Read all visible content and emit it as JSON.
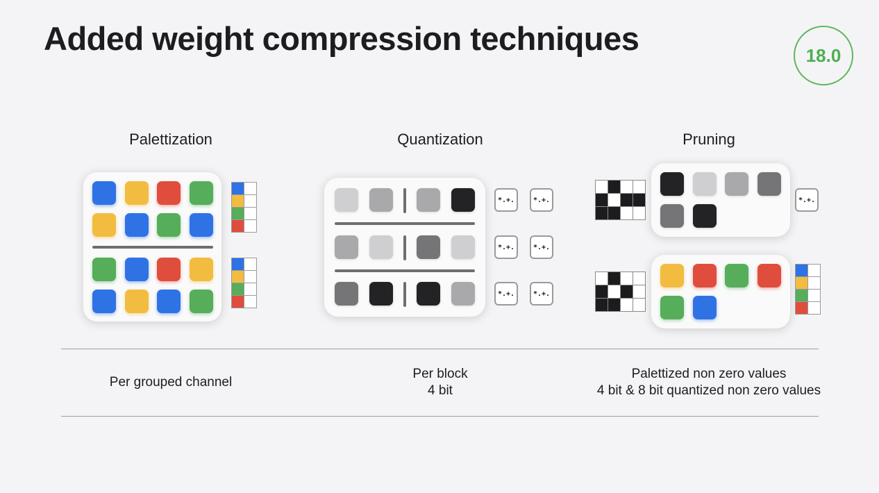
{
  "title": "Added weight compression techniques",
  "version_badge": "18.0",
  "columns": [
    {
      "heading": "Palettization",
      "description_lines": [
        "Per grouped channel"
      ]
    },
    {
      "heading": "Quantization",
      "description_lines": [
        "Per block",
        "4 bit"
      ]
    },
    {
      "heading": "Pruning",
      "description_lines": [
        "Palettized non zero values",
        "4 bit & 8 bit quantized non zero values"
      ]
    }
  ],
  "scale_label": "*.+.",
  "colors": {
    "blue": "#2f72e4",
    "yellow": "#f2bc41",
    "red": "#df4d3d",
    "green": "#56ad5a",
    "accent_badge": "#4caf50",
    "background": "#f4f4f6"
  }
}
